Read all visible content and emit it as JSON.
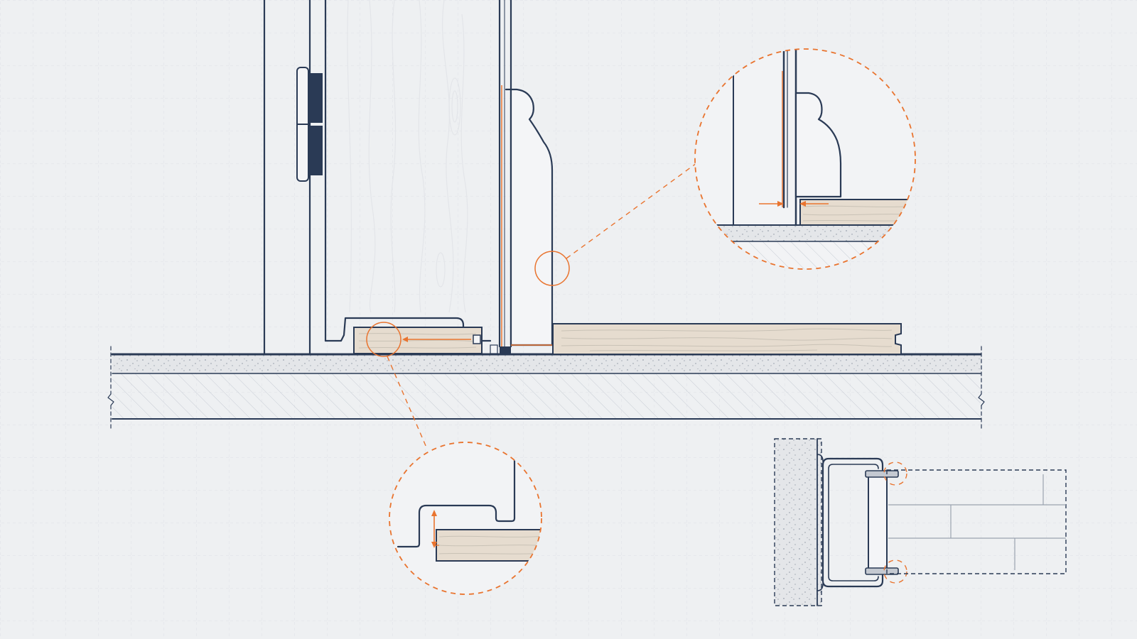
{
  "colors": {
    "background": "#eef0f2",
    "grid": "#dde1e6",
    "line": "#2a3a55",
    "accent": "#e9742f",
    "wood_floor": "#e6dccf",
    "screed": "#e1e3e6",
    "concrete_hatch": "#c3c9d2"
  },
  "diagram": {
    "main_section": "door-frame-and-floor-section",
    "detail_callouts": [
      "gap-between-skirting-and-frame",
      "undercut-clearance-at-door-stop"
    ],
    "plan_view": "frame-plan-detail"
  }
}
